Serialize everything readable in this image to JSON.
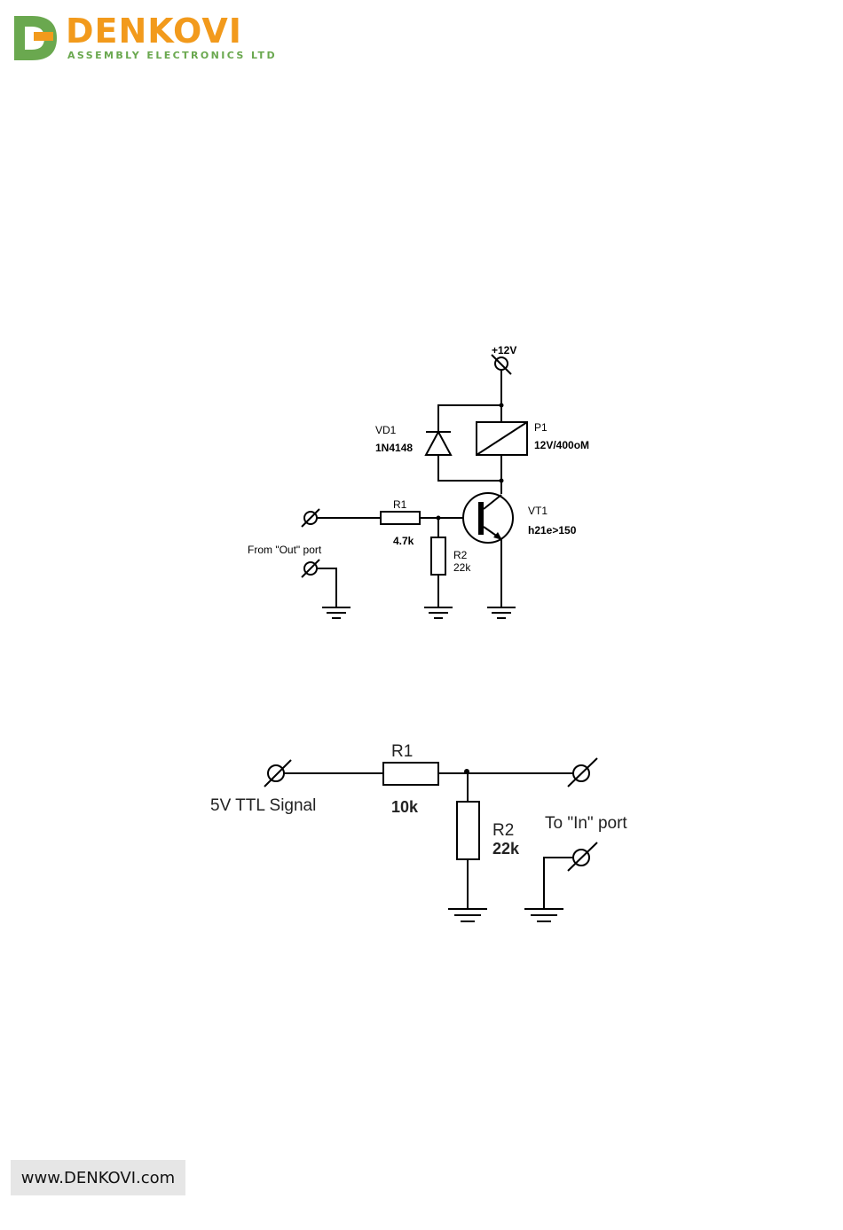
{
  "logo": {
    "name": "DENKOVI",
    "tagline": "ASSEMBLY ELECTRONICS LTD",
    "colors": {
      "orange": "#f29a1c",
      "green": "#6aa84f"
    }
  },
  "diagram1": {
    "supply": "+12V",
    "diode": {
      "ref": "VD1",
      "value": "1N4148"
    },
    "relay": {
      "ref": "P1",
      "value": "12V/400oM"
    },
    "transistor": {
      "ref": "VT1",
      "value": "h21e>150"
    },
    "r1": {
      "ref": "R1",
      "value": "4.7k"
    },
    "r2": {
      "ref": "R2",
      "value": "22k"
    },
    "input_label": "From \"Out\" port"
  },
  "diagram2": {
    "r1": {
      "ref": "R1",
      "value": "10k"
    },
    "r2": {
      "ref": "R2",
      "value": "22k"
    },
    "input_label": "5V TTL Signal",
    "output_label": "To \"In\" port"
  },
  "footer": {
    "url": "www.DENKOVI.com"
  }
}
